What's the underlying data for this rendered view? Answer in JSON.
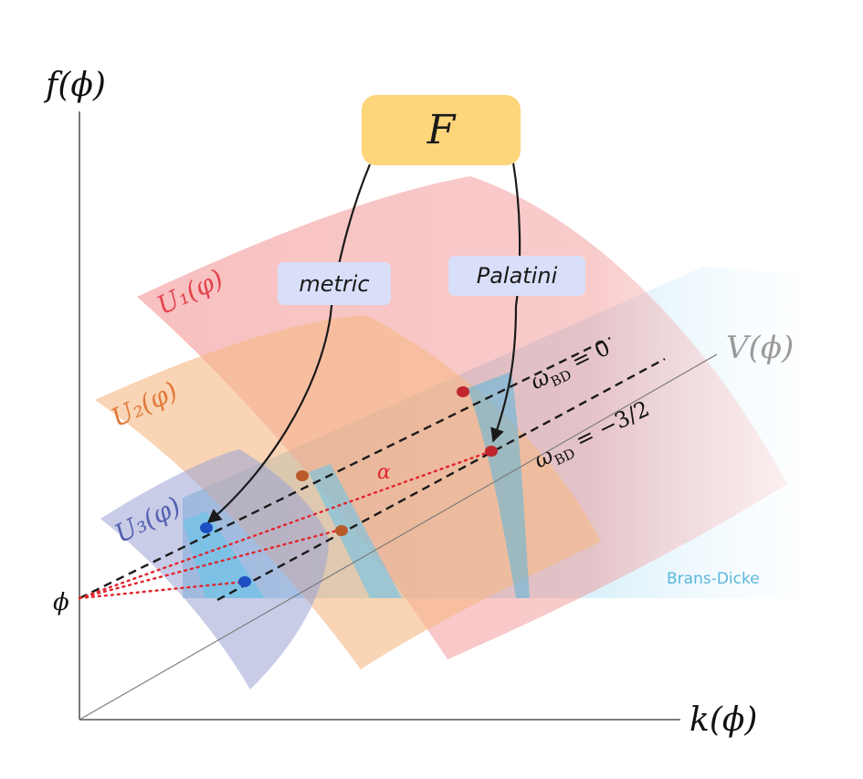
{
  "axes": {
    "y_label": "f(ϕ)",
    "x_label": "k(ϕ)",
    "diag_label": "V(ϕ)",
    "origin_label": "ϕ"
  },
  "functional_box": {
    "label": "F",
    "color": "#FDD57A"
  },
  "methods": {
    "metric": "metric",
    "palatini": "Palatini",
    "box_color": "#D9DFF8"
  },
  "surfaces": [
    {
      "id": "U1",
      "label": "U₁(φ)",
      "color": "#F28C8C",
      "label_color": "#E2444E"
    },
    {
      "id": "U2",
      "label": "U₂(φ)",
      "color": "#F5B987",
      "label_color": "#E0793A"
    },
    {
      "id": "U3",
      "label": "U₃(φ)",
      "color": "#9AA3D4",
      "label_color": "#5560B0"
    }
  ],
  "lines": {
    "omega_zero": "ω",
    "omega_zero_sub": "BD",
    "omega_zero_rhs": " = 0",
    "omega_neg": "ω",
    "omega_neg_sub": "BD",
    "omega_neg_rhs": " = −3/2",
    "alpha": "α",
    "alpha_color": "#E0262E"
  },
  "brans_dicke": {
    "label": "Brans-Dicke",
    "color": "#5AB7DA"
  }
}
